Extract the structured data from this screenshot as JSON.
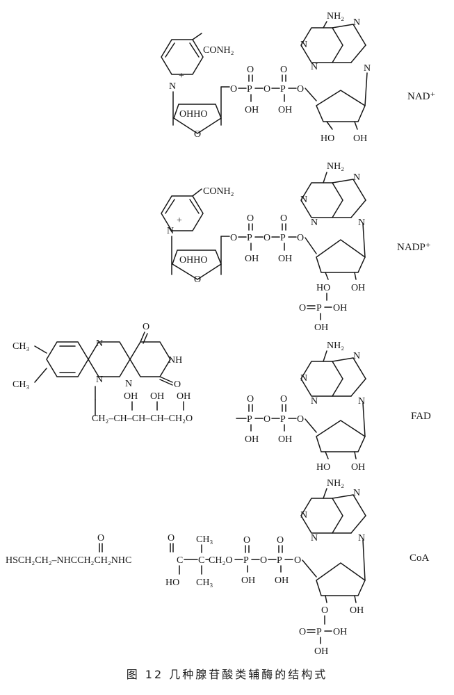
{
  "caption": "图 12 几种腺苷酸类辅酶的结构式",
  "molecules": [
    {
      "name": "NAD⁺"
    },
    {
      "name": "NADP⁺"
    },
    {
      "name": "FAD"
    },
    {
      "name": "CoA"
    }
  ],
  "atoms": {
    "nh2": "NH₂",
    "conh2": "CONH₂",
    "n": "N",
    "n_plus": "N",
    "plus": "+",
    "o": "O",
    "p": "P",
    "oh": "OH",
    "ho": "HO",
    "ohho": "OHHO",
    "nh": "NH",
    "ch3": "CH₃",
    "fad_chain": "CH₂–CH–CH–CH–CH₂O",
    "coa_left": "HSCH₂CH₂–NHCCH₂CH₂NHC",
    "ch2o": "CH₂O",
    "c": "C"
  }
}
